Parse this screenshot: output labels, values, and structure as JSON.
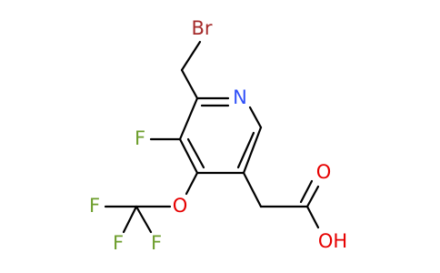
{
  "atoms": {
    "br": "Br",
    "n": "N",
    "f_ring": "F",
    "o_ether": "O",
    "f1": "F",
    "f2": "F",
    "f3": "F",
    "o_carbonyl": "O",
    "oh": "OH"
  },
  "colors": {
    "bond": "#000000",
    "br": "#a52a2a",
    "n": "#3050f8",
    "f": "#6d9e2c",
    "o": "#e60000"
  }
}
